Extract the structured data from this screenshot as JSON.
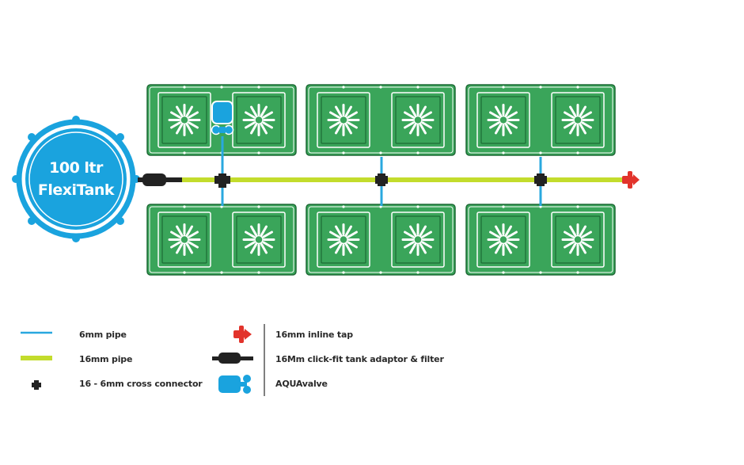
{
  "colors": {
    "tray_green": "#3aa55a",
    "tray_dark": "#1d6a35",
    "tank_blue": "#1aa3de",
    "pipe_6mm": "#29a8df",
    "pipe_16mm": "#c3dc2c",
    "connector": "#222222",
    "tap": "#e2332b"
  },
  "tank": {
    "line1": "100 ltr",
    "line2": "FlexiTank"
  },
  "legend": [
    {
      "symbol": "6mm-pipe-icon",
      "label": "6mm pipe"
    },
    {
      "symbol": "16mm-pipe-icon",
      "label": "16mm pipe"
    },
    {
      "symbol": "cross-connector-icon",
      "label": "16 - 6mm cross connector"
    },
    {
      "symbol": "inline-tap-icon",
      "label": "16mm inline tap"
    },
    {
      "symbol": "tank-adaptor-icon",
      "label": "16Mm click-fit tank adaptor & filter"
    },
    {
      "symbol": "aquavalve-icon",
      "label": "AQUAvalve"
    }
  ]
}
